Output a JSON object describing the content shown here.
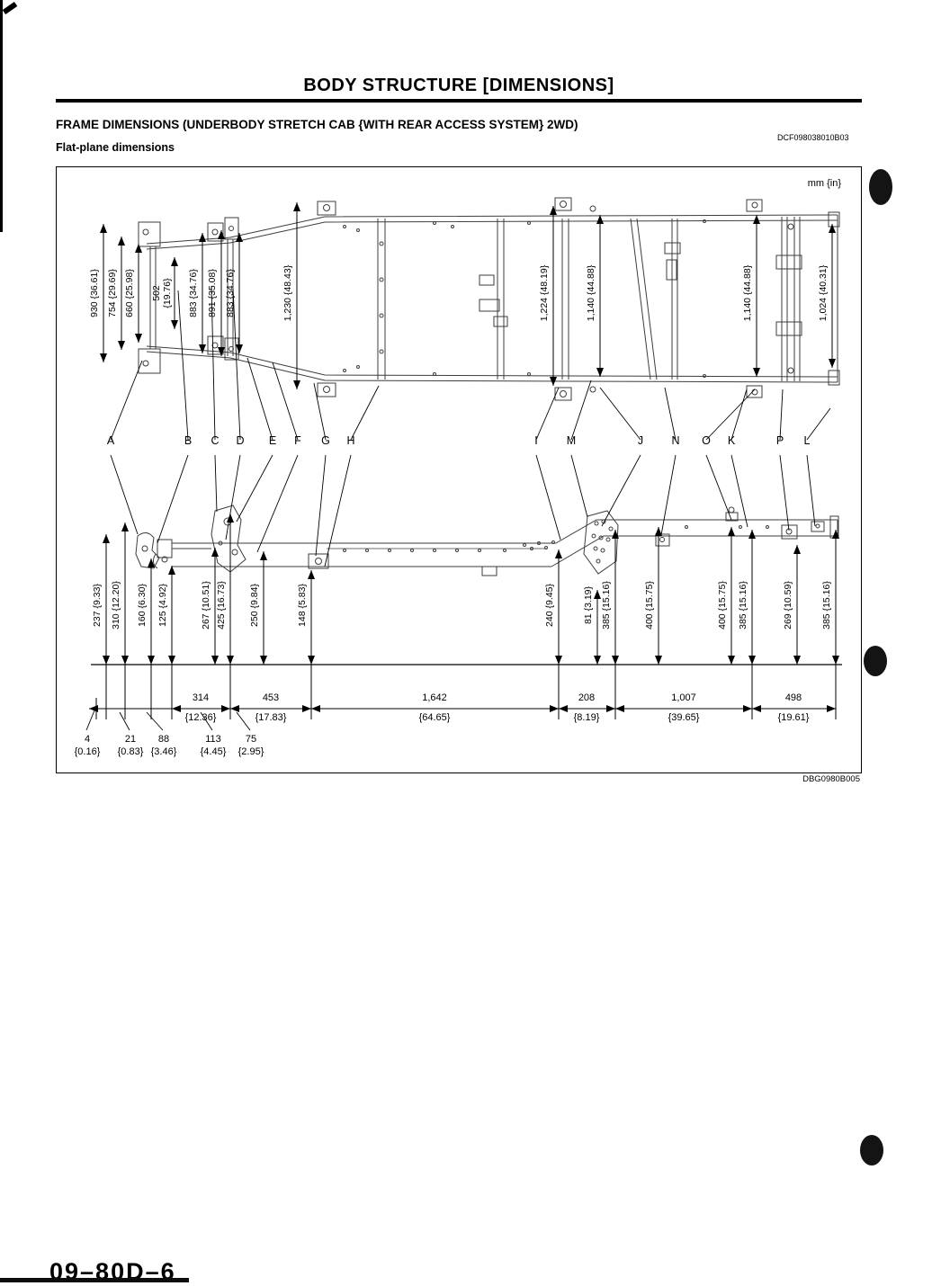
{
  "page": {
    "title": "BODY STRUCTURE [DIMENSIONS]",
    "section_heading": "FRAME DIMENSIONS (UNDERBODY STRETCH CAB {WITH REAR ACCESS SYSTEM} 2WD)",
    "doc_code": "DCF098038010B03",
    "subsection_heading": "Flat-plane dimensions",
    "figure_code": "DBG0980B005",
    "page_number": "09–80D–6"
  },
  "figure": {
    "units": "mm {in}",
    "top_view_dims": [
      "930 {36.61}",
      "754 {29.69}",
      "660 {25.98}",
      "502\n{19.76}",
      "883 {34.76}",
      "891 {35.08}",
      "883 {34.76}",
      "1,230 {48.43}",
      "1,224 {48.19}",
      "1,140 {44.88}",
      "1,140 {44.88}",
      "1,024 {40.31}"
    ],
    "point_labels": [
      "A",
      "B",
      "C",
      "D",
      "E",
      "F",
      "G",
      "H",
      "I",
      "M",
      "J",
      "N",
      "O",
      "K",
      "P",
      "L"
    ],
    "side_view_dims": [
      "237 {9.33}",
      "310 {12.20}",
      "160 {6.30}",
      "125 {4.92}",
      "267 {10.51}",
      "425 {16.73}",
      "250 {9.84}",
      "148 {5.83}",
      "240 {9.45}",
      "81 {3.19}",
      "385 {15.16}",
      "400 {15.75}",
      "400 {15.75}",
      "385 {15.16}",
      "269 {10.59}",
      "385 {15.16}"
    ],
    "length_dims": [
      {
        "mm": "314",
        "in": "{12.36}"
      },
      {
        "mm": "453",
        "in": "{17.83}"
      },
      {
        "mm": "1,642",
        "in": "{64.65}"
      },
      {
        "mm": "208",
        "in": "{8.19}"
      },
      {
        "mm": "1,007",
        "in": "{39.65}"
      },
      {
        "mm": "498",
        "in": "{19.61}"
      }
    ],
    "offset_dims": [
      {
        "mm": "4",
        "in": "{0.16}"
      },
      {
        "mm": "21",
        "in": "{0.83}"
      },
      {
        "mm": "88",
        "in": "{3.46}"
      },
      {
        "mm": "113",
        "in": "{4.45}"
      },
      {
        "mm": "75",
        "in": "{2.95}"
      }
    ]
  }
}
